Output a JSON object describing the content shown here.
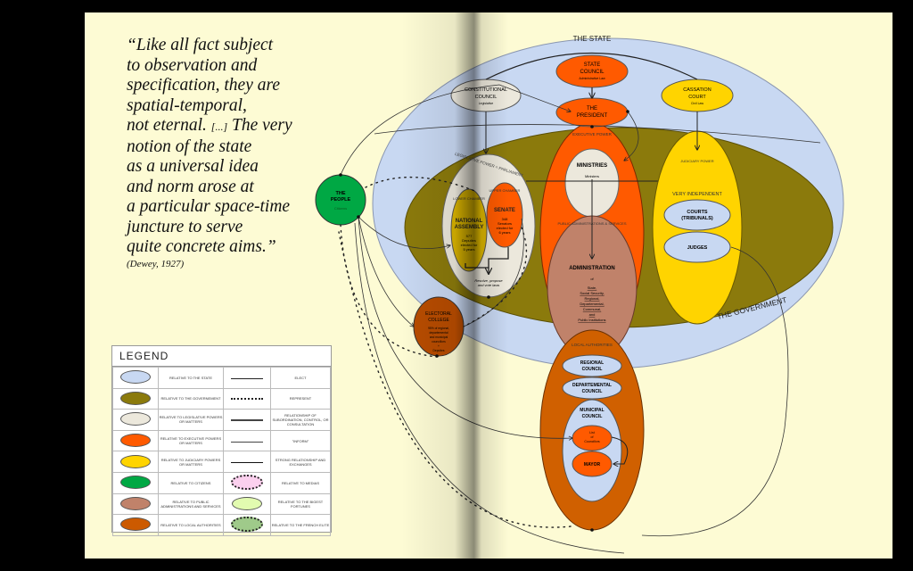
{
  "quote": {
    "text_lines": [
      "“Like all fact subject",
      "to observation and",
      "specification, they are",
      "spatial-temporal,",
      "not eternal.",
      " The very",
      "notion of the state",
      "as a universal idea",
      "and norm arose at",
      "a particular space-time",
      "juncture to serve",
      "quite concrete aims.”"
    ],
    "ellipsis": "[...]",
    "citation": "(Dewey, 1927)"
  },
  "diagram": {
    "the_state": "THE STATE",
    "the_government": "THE GOVERNMENT",
    "state_council": {
      "title1": "STATE",
      "title2": "COUNCIL",
      "sub": "Administrative Law"
    },
    "president": {
      "title1": "THE",
      "title2": "PRESIDENT"
    },
    "constitutional_council": {
      "title1": "CONSTITUTIONAL",
      "title2": "COUNCIL",
      "sub": "Legislative"
    },
    "cassation_court": {
      "title1": "CASSATION",
      "title2": "COURT",
      "sub": "Civil Law"
    },
    "executive_power": "EXECUTIVE POWER",
    "ministries": {
      "title": "MINISTRIES",
      "sub": "Ministers"
    },
    "public_admin_label": "PUBLIC ADMINISTRATIONS & SERVICES",
    "administration": {
      "title": "ADMINISTRATION",
      "of": "of",
      "lines": [
        "State,",
        "Social Security,",
        "Regional,",
        "Departemental,",
        "Communal,",
        "and",
        "Public Institutions"
      ]
    },
    "judiciary_power": "JUDICIARY POWER",
    "very_independent": "VERY INDEPENDENT",
    "courts": {
      "title1": "COURTS",
      "title2": "(TRIBUNALS)"
    },
    "judges": "JUDGES",
    "legislative_power": "LEGISLATIVE POWER = PARLIAMENT",
    "lower_chamber": "LOWER CHAMBER",
    "national_assembly": {
      "title1": "NATIONAL",
      "title2": "ASSEMBLY",
      "lines": [
        "577",
        "Deputies",
        "elected for",
        "5 years"
      ]
    },
    "upper_chamber": "UPPER CHAMBER",
    "senate": {
      "title": "SENATE",
      "lines": [
        "348",
        "Senators",
        "elected for",
        "6 years"
      ]
    },
    "laws_note": {
      "line1": "Resolve, propose",
      "line2": "and vote laws"
    },
    "the_people": {
      "title1": "THE",
      "title2": "PEOPLE",
      "sub": "Citizens"
    },
    "electoral_college": {
      "title1": "ELECTORAL",
      "title2": "COLLEGE",
      "lines": [
        "95% of regional,",
        "departemental",
        "and municipal",
        "councillors",
        "+",
        "Deputies"
      ]
    },
    "local_authorities": "LOCAL AUTHORITIES",
    "regional_council": {
      "title1": "REGIONAL",
      "title2": "COUNCIL"
    },
    "departemental_council": {
      "title1": "DEPARTEMENTAL",
      "title2": "COUNCIL"
    },
    "municipal_council": {
      "title1": "MUNICIPAL",
      "title2": "COUNCIL"
    },
    "list_councillors": {
      "l1": "List",
      "l2": "of",
      "l3": "Councillors"
    },
    "mayor": "MAYOR"
  },
  "legend": {
    "title": "LEGEND",
    "rows": [
      {
        "color": "#c8d8f2",
        "label": "RELATIVE TO THE STATE",
        "line": "ELECT"
      },
      {
        "color": "#8b7a0c",
        "label": "RELATIVE TO THE GOVERNEMENT",
        "line": "REPRESENT"
      },
      {
        "color": "#ece8dc",
        "label": "RELATIVE TO LEGISLATIVE POWERS OR MATTERS",
        "line": "RELATIONSHIP OF SUBORDINATION, CONTROL, OR CONSULTATION"
      },
      {
        "color": "#ff5a00",
        "label": "RELATIVE TO EXECUTIVE POWERS OR MATTERS",
        "line": "\"INFORM\""
      },
      {
        "color": "#ffd400",
        "label": "RELATIVE TO JUDICIARY POWERS OR MATTERS",
        "line": "STRONG RELATIONSHIP AND EXCHANGES"
      },
      {
        "color": "#00a844",
        "label": "RELATIVE TO CITIZENS",
        "line": "RELATIVE TO MEDIAS"
      },
      {
        "color": "#c0826a",
        "label": "RELATIVE TO PUBLIC ADMINISTRATIONS AND SERVICES",
        "line": "RELATIVE TO THE BIGEST FORTUNES"
      },
      {
        "color": "#cc5a00",
        "label": "RELATIVE TO LOCAL AUTHORITIES",
        "line": "RELATIVE TO THE FRENCH ELITE"
      }
    ]
  }
}
